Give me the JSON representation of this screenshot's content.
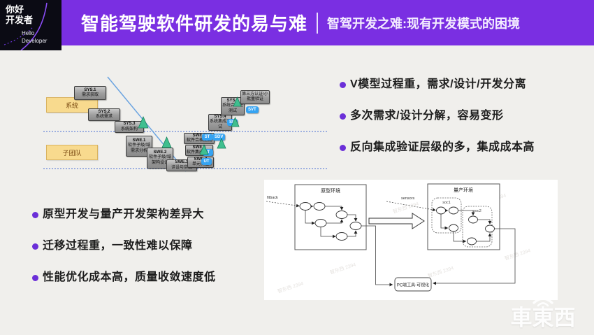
{
  "header": {
    "badge": {
      "cn_line1": "你好",
      "cn_line2": "开发者",
      "en_line1": "Hello",
      "en_line2": "Developer"
    },
    "title": "智能驾驶软件研发的易与难",
    "subtitle": "智驾开发之难:现有开发模式的困境"
  },
  "vmodel": {
    "lane_labels": [
      "系统",
      "子团队"
    ],
    "boxes": [
      {
        "id": "sys1",
        "code": "SYS.1",
        "label": "需求获取"
      },
      {
        "id": "sys2",
        "code": "SYS.2",
        "label": "系统需求"
      },
      {
        "id": "sys3",
        "code": "SYS.3",
        "label": "系统架构"
      },
      {
        "id": "swe1",
        "code": "SWE.1",
        "label": "软件子级/域需求分析"
      },
      {
        "id": "swe2",
        "code": "SWE.2",
        "label": "软件子级/域架构设计"
      },
      {
        "id": "swe3",
        "code": "SWE.3",
        "label": "详设与实现"
      },
      {
        "id": "swe4",
        "code": "SWE.4",
        "label": "单元验证"
      },
      {
        "id": "swe5",
        "code": "SWE.5",
        "label": "软件集成测试"
      },
      {
        "id": "swe6",
        "code": "SWE.6",
        "label": "软件合格测试"
      },
      {
        "id": "sys4",
        "code": "SYS.4",
        "label": "系统集成测试"
      },
      {
        "id": "sys5",
        "code": "SYS.5",
        "label": "系统合格性测试"
      },
      {
        "id": "tp",
        "code": "",
        "label": "第三方认证/小批量验证"
      }
    ],
    "test_badges": [
      {
        "id": "ut",
        "label": "UT"
      },
      {
        "id": "it",
        "label": "IT"
      },
      {
        "id": "st",
        "label": "ST"
      },
      {
        "id": "sdv",
        "label": "SDV"
      },
      {
        "id": "sit",
        "label": "SIT"
      },
      {
        "id": "svt",
        "label": "SVT"
      }
    ]
  },
  "pain_points_right": [
    "V模型过程重，需求/设计/开发分离",
    "多次需求/设计分解，容易变形",
    "反向集成验证层级的多，集成成本高"
  ],
  "pain_points_left": [
    "原型开发与量产开发架构差异大",
    "迁移过程重，一致性难以保障",
    "性能优化成本高，质量收敛速度低"
  ],
  "flowchart": {
    "proto_env": "原型环境",
    "prod_env": "量产环境",
    "soc1": "soc1",
    "soc2": "soc2",
    "fitback": "fitback",
    "sensors": "sensors",
    "pc_tool": "PC端工具-可视化"
  },
  "watermark": {
    "logo": "車東西",
    "stamp": "智东西 2394"
  },
  "colors": {
    "header_purple": "#7A2FE2",
    "badge_blue": "#35A3F2",
    "triangle_green": "#3FBF8F",
    "lane_yellow": "#F8DA8E"
  }
}
